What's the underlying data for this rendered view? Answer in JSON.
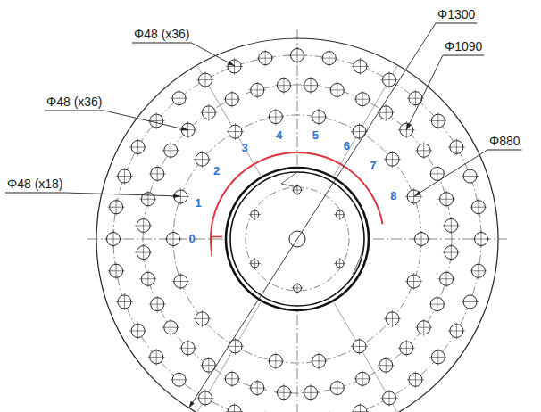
{
  "diagram": {
    "labels": [
      "Φ48 (x36)",
      "Φ48 (x36)",
      "Φ48 (x18)",
      "Φ1300",
      "Φ1090",
      "Φ880",
      "0",
      "1",
      "2",
      "3",
      "4",
      "5",
      "6",
      "7",
      "8"
    ]
  }
}
